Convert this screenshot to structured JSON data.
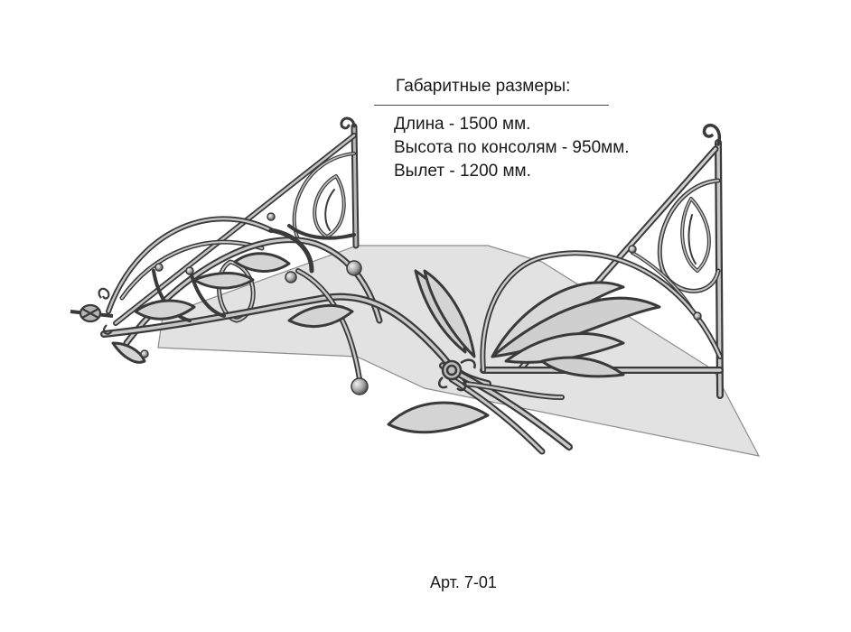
{
  "specs": {
    "title": "Габаритные размеры:",
    "items": [
      "Длина - 1500 мм.",
      "Высота по консолям - 950мм.",
      "Вылет - 1200 мм."
    ]
  },
  "article": "Арт. 7-01",
  "colors": {
    "roof_fill": "#e2e2e2",
    "roof_edge": "#8c8c8c",
    "metal_outline": "#3a3a3a",
    "metal_fill": "#9a9a9a",
    "metal_highlight": "#d8d8d8",
    "sphere": "#b3b3b3"
  }
}
